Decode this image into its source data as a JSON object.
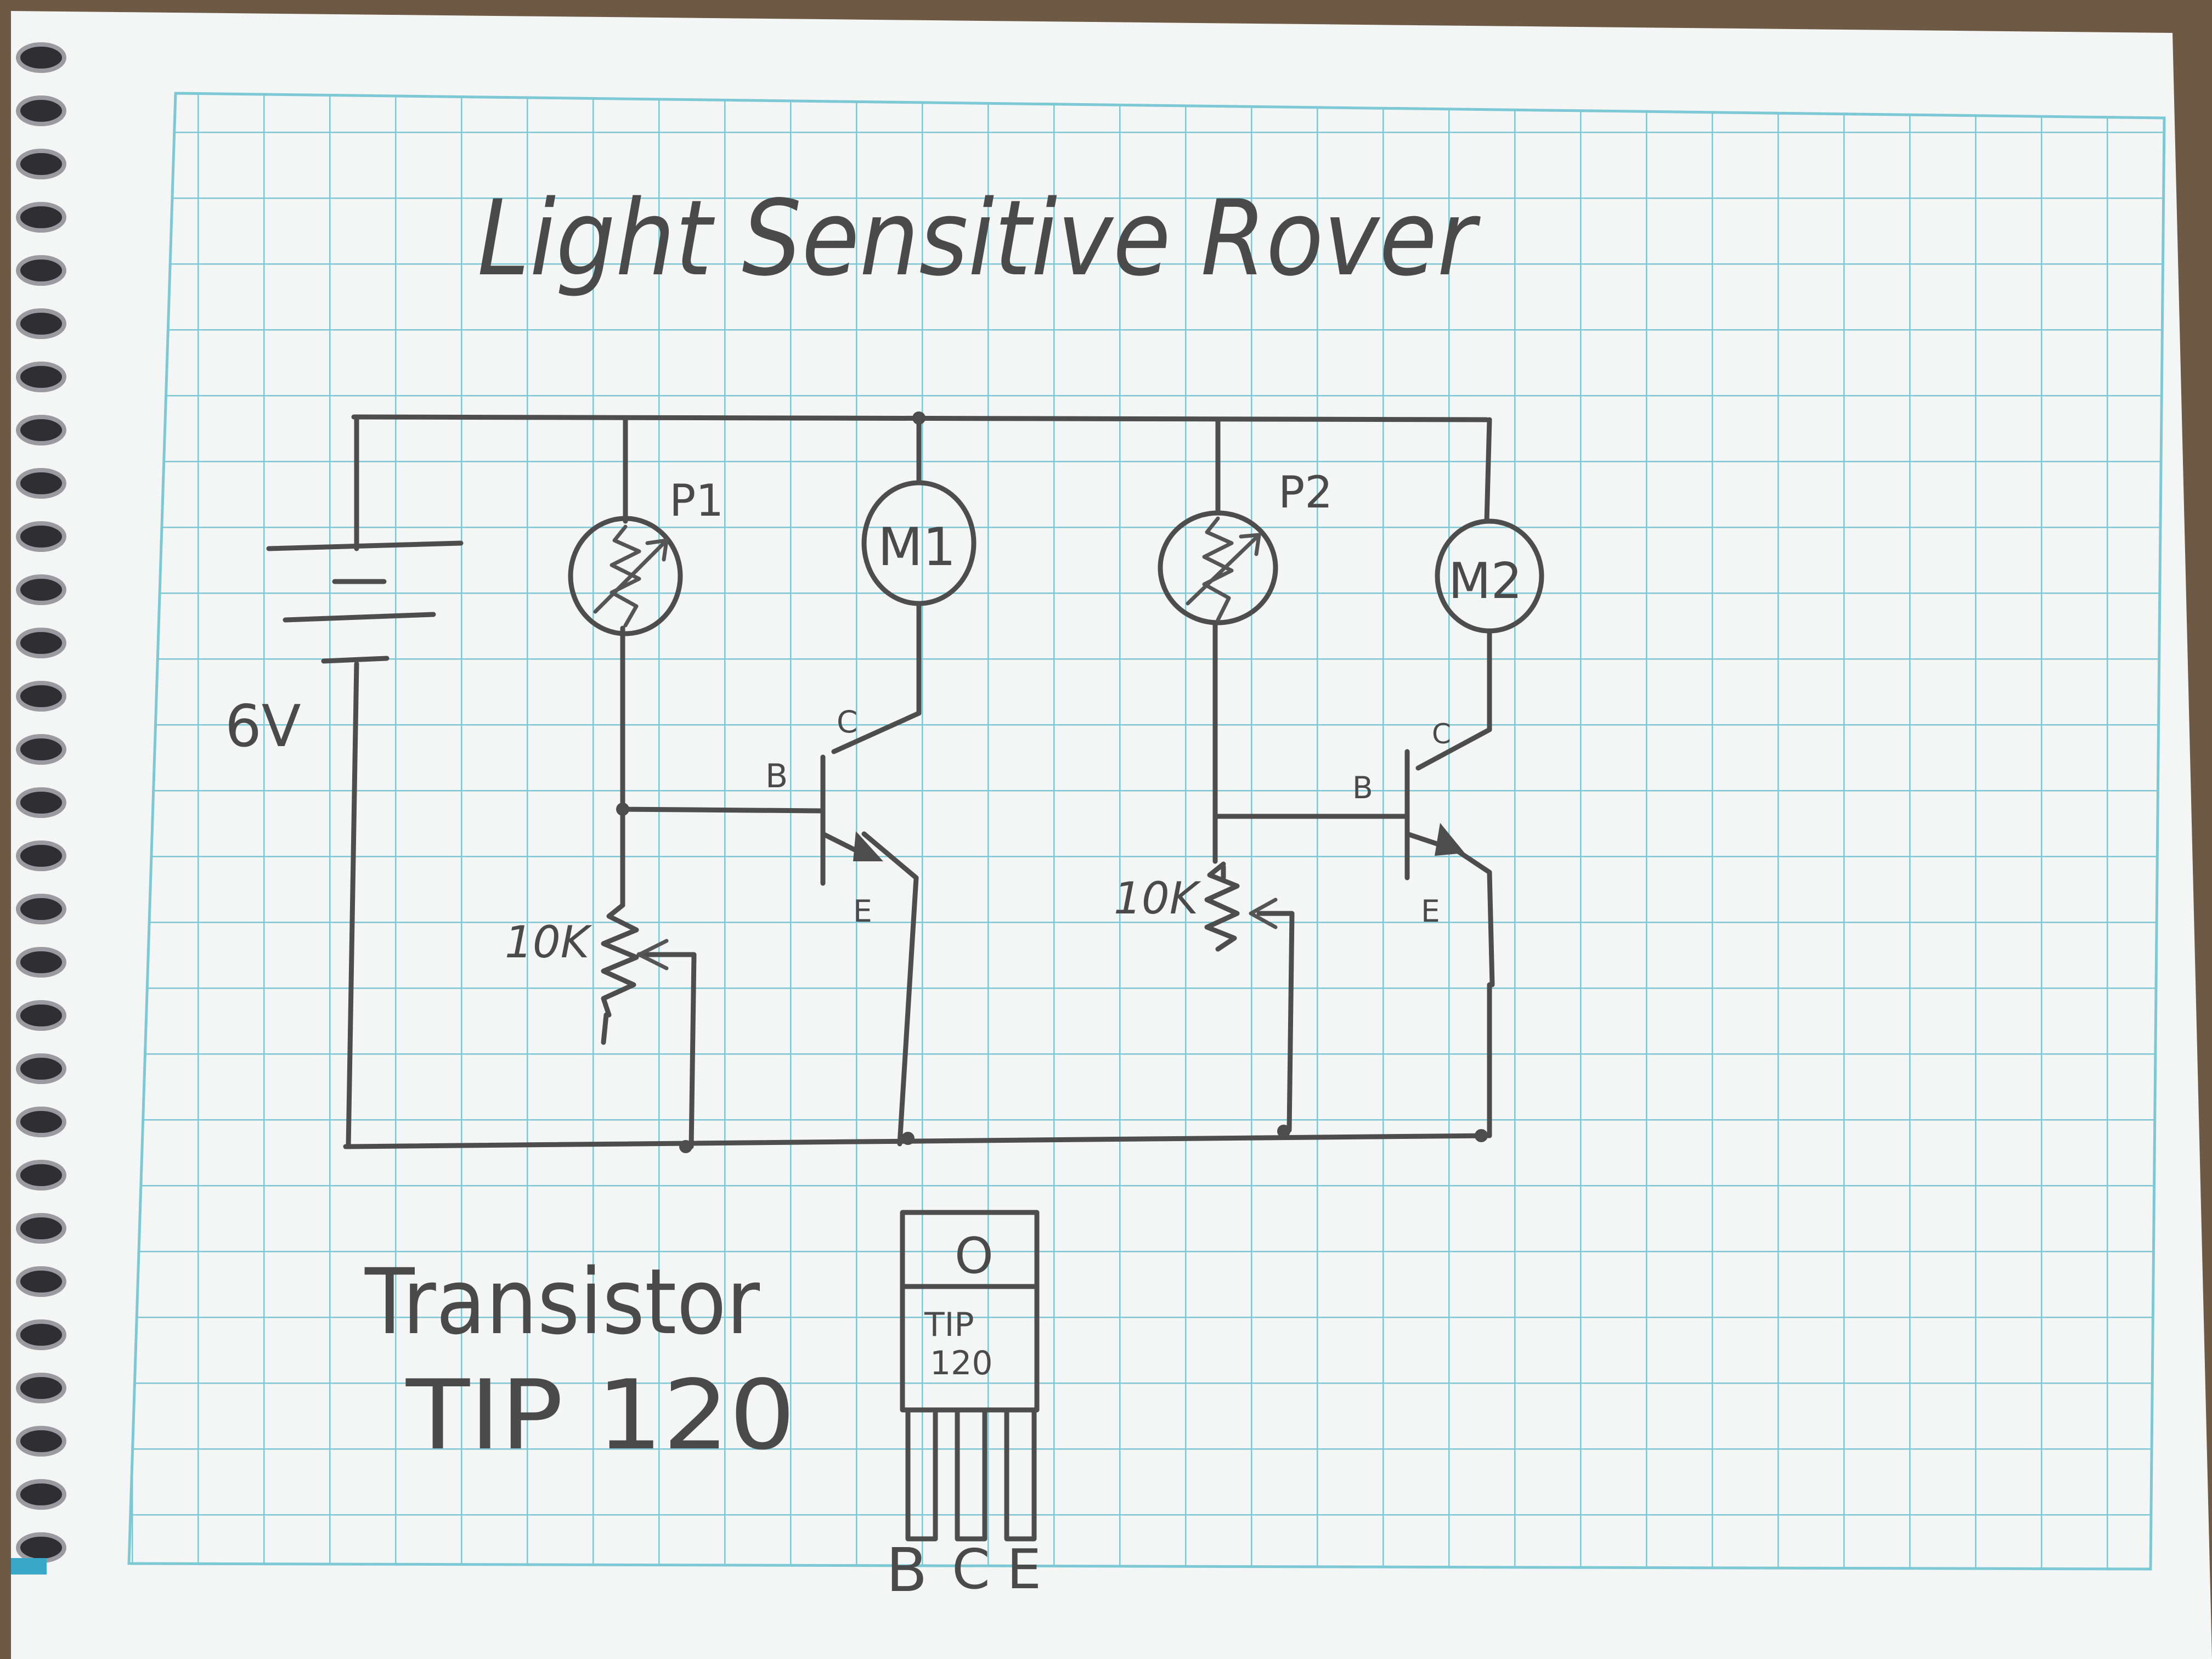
{
  "title": "Light Sensitive Rover",
  "battery": {
    "label": "6V"
  },
  "photoresistors": [
    {
      "label": "P1"
    },
    {
      "label": "P2"
    }
  ],
  "motors": [
    {
      "label": "M1"
    },
    {
      "label": "M2"
    }
  ],
  "potentiometers": [
    {
      "label": "10K"
    },
    {
      "label": "10K"
    }
  ],
  "transistors": [
    {
      "base": "B",
      "collector": "C",
      "emitter": "E"
    },
    {
      "base": "B",
      "collector": "C",
      "emitter": "E"
    }
  ],
  "package": {
    "caption_line1": "Transistor",
    "caption_line2": "TIP 120",
    "body_line1": "TIP",
    "body_line2": "120",
    "hole": "O",
    "pins": [
      "B",
      "C",
      "E"
    ]
  },
  "colors": {
    "grid": "#7cc8d4",
    "paper": "#f3f6f4",
    "pencil": "#4d4d4d",
    "background": "#6e5a44"
  }
}
